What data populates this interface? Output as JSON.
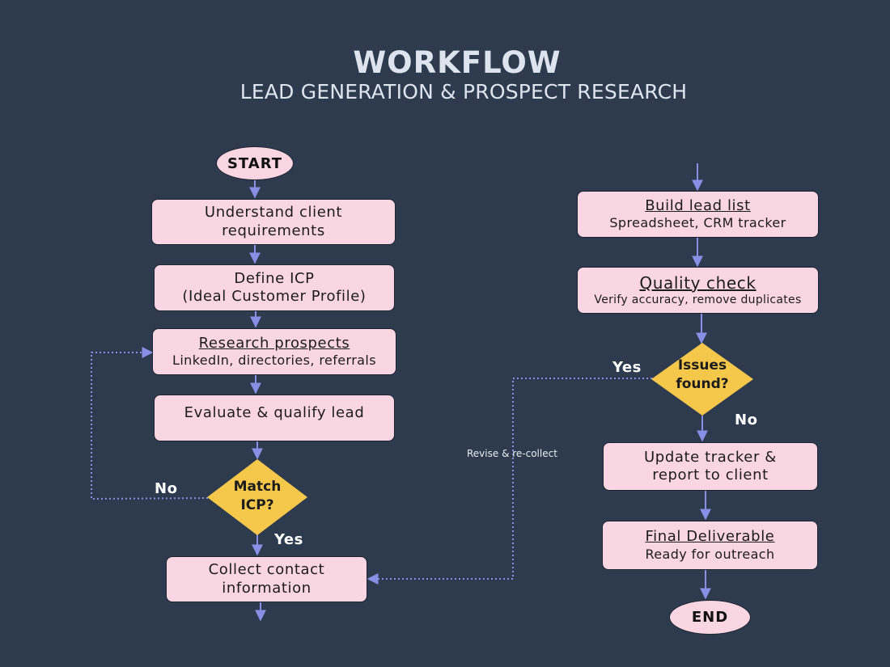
{
  "header": {
    "title": "WORKFLOW",
    "subtitle": "LEAD GENERATION & PROSPECT RESEARCH"
  },
  "left": {
    "start": "START",
    "step1": {
      "line1": "Understand client",
      "line2": "requirements"
    },
    "step2": {
      "line1": "Define ICP",
      "line2": "(Ideal Customer Profile)"
    },
    "step3": {
      "title": "Research prospects",
      "sub": "LinkedIn, directories, referrals"
    },
    "step4": {
      "title": "Evaluate & qualify lead"
    },
    "decision": {
      "line1": "Match",
      "line2": "ICP?",
      "yes": "Yes",
      "no": "No"
    },
    "step5": {
      "line1": "Collect contact",
      "line2": "information"
    }
  },
  "right": {
    "step6": {
      "title": "Build lead list",
      "sub": "Spreadsheet, CRM tracker"
    },
    "step7": {
      "title": "Quality check",
      "sub": "Verify accuracy, remove duplicates"
    },
    "decision": {
      "line1": "Issues",
      "line2": "found?",
      "yes": "Yes",
      "no": "No"
    },
    "step8": {
      "line1": "Update tracker &",
      "line2": "report to client"
    },
    "step9": {
      "title": "Final Deliverable",
      "sub": "Ready for outreach"
    },
    "end": "END"
  },
  "loop_note": "Revise & re-collect",
  "colors": {
    "background": "#2e3b4e",
    "box": "#f9d6e1",
    "diamond": "#f5c84c",
    "arrow": "#8a8fe6"
  }
}
